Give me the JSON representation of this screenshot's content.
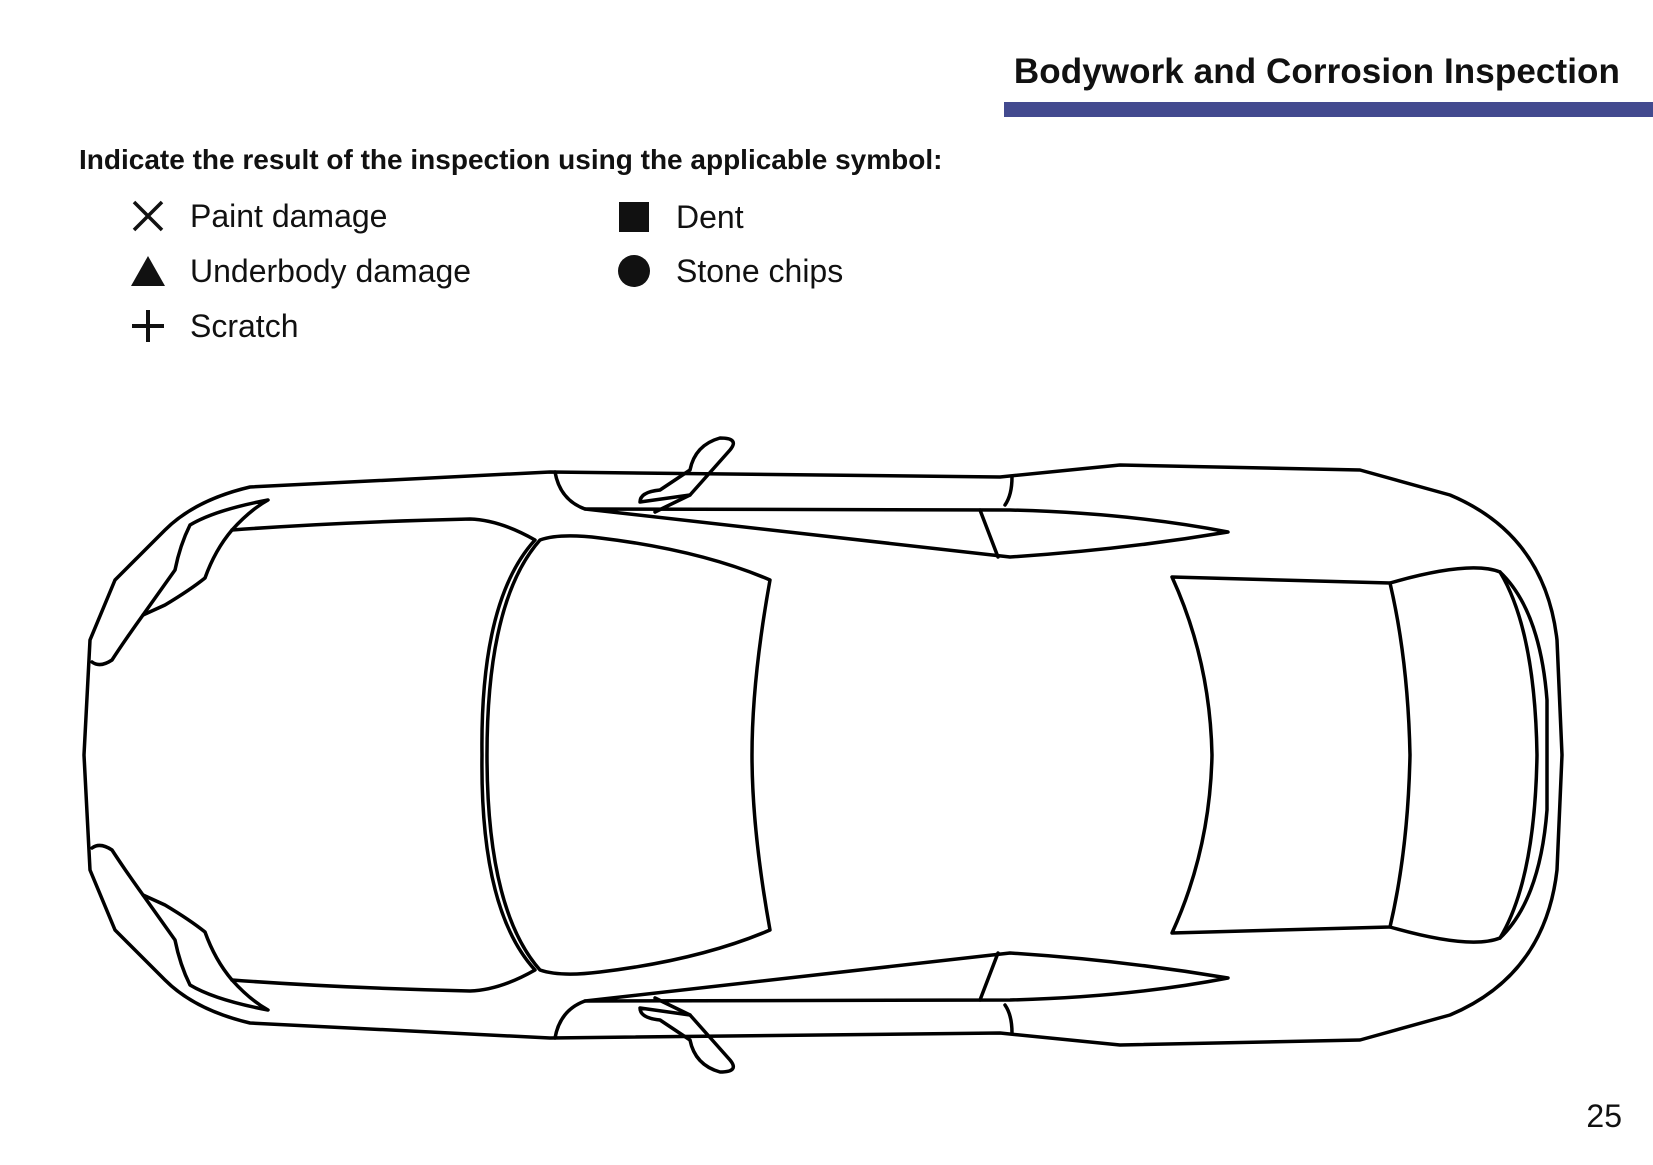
{
  "header": {
    "title": "Bodywork and Corrosion Inspection",
    "accent_color": "#434a8f"
  },
  "instruction": "Indicate the result of the inspection using the applicable symbol:",
  "legend": [
    {
      "icon": "x-mark-icon",
      "label": "Paint damage"
    },
    {
      "icon": "triangle-icon",
      "label": "Underbody damage"
    },
    {
      "icon": "plus-icon",
      "label": "Scratch"
    },
    {
      "icon": "square-icon",
      "label": "Dent"
    },
    {
      "icon": "circle-icon",
      "label": "Stone chips"
    }
  ],
  "diagram": {
    "icon": "car-top-view-icon"
  },
  "page_number": "25"
}
